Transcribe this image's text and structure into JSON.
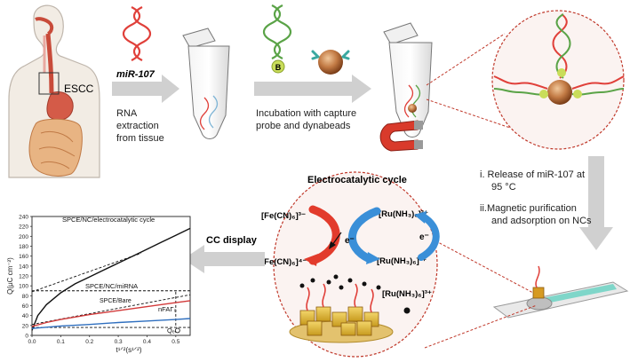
{
  "panel1": {
    "esophagus_label": "ESCC",
    "mirna_label": "miR-107",
    "rna_step": [
      "RNA",
      "extraction",
      "from tissue"
    ]
  },
  "panel2": {
    "incubation_step": [
      "Incubation with capture",
      "probe and dynabeads"
    ],
    "biotin_marker": "B"
  },
  "panel3": {
    "release_step": [
      "i. Release of miR-107 at",
      "95 °C"
    ],
    "purification_step": [
      "ii.Magnetic purification",
      "and adsorption on NCs"
    ]
  },
  "cycle": {
    "title": "Electrocatalytic cycle",
    "fe_top": "[Fe(CN)₆]³⁻",
    "fe_bottom": "[Fe(CN)₆]⁴⁻",
    "ru_top": "[Ru(NH₃)₆]²⁺",
    "ru_bottom": "[Ru(NH₃)₆]³⁺",
    "ru_free": "[Ru(NH₃)₆]³⁺",
    "electron_left": "e⁻",
    "electron_right": "e⁻"
  },
  "cc_display_label": "CC display",
  "colors": {
    "arrow_gray": "#c9c9c9",
    "rna_red": "#e0403a",
    "rna_green": "#5aa347",
    "bead_brown": "#b8733e",
    "dashed_circle": "#c0392b",
    "cycle_red": "#e23b2c",
    "cycle_blue": "#3a8fd8",
    "electrode_teal": "#7fd6c9"
  },
  "chart_data": {
    "type": "line",
    "ylabel": "Q(µC cm⁻²)",
    "xlabel": "t¹ᐟ²(s¹ᐟ²)",
    "xlim": [
      0,
      0.55
    ],
    "ylim": [
      0,
      240
    ],
    "x_ticks": [
      "0.0",
      "0.1",
      "0.2",
      "0.3",
      "0.4",
      "0.5"
    ],
    "y_ticks": [
      "0",
      "20",
      "40",
      "60",
      "80",
      "100",
      "120",
      "140",
      "160",
      "180",
      "200",
      "220",
      "240"
    ],
    "series": [
      {
        "name": "SPCE/NC/electrocatalytic cycle",
        "color": "#111111",
        "x": [
          0.0,
          0.02,
          0.05,
          0.1,
          0.15,
          0.2,
          0.25,
          0.3,
          0.35,
          0.4,
          0.45,
          0.5,
          0.55
        ],
        "y": [
          10,
          40,
          62,
          86,
          104,
          118,
          132,
          146,
          160,
          174,
          188,
          202,
          216
        ]
      },
      {
        "name": "SPCE/NC/miRNA",
        "color": "#d23a3a",
        "x": [
          0.0,
          0.05,
          0.1,
          0.2,
          0.3,
          0.4,
          0.5,
          0.55
        ],
        "y": [
          18,
          26,
          32,
          42,
          50,
          58,
          66,
          70
        ]
      },
      {
        "name": "SPCE/Bare",
        "color": "#2f6fbf",
        "x": [
          0.0,
          0.1,
          0.2,
          0.3,
          0.4,
          0.5,
          0.55
        ],
        "y": [
          14,
          19,
          22,
          26,
          29,
          32,
          34
        ]
      }
    ],
    "annotations": [
      "nFAΓ₀",
      "Qₑₗ"
    ],
    "legend_placement": "inline labels"
  }
}
